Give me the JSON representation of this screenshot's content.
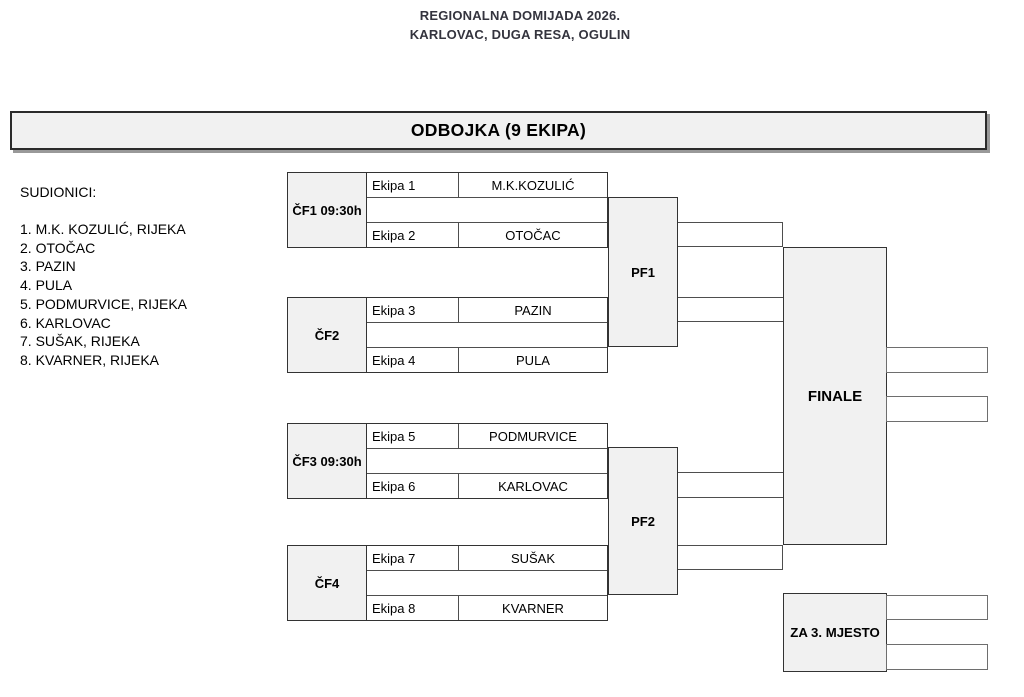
{
  "header": {
    "line1": "REGIONALNA DOMIJADA 2026.",
    "line2": "KARLOVAC, DUGA RESA, OGULIN"
  },
  "title": "ODBOJKA (9 EKIPA)",
  "participants": {
    "heading": "SUDIONICI:",
    "items": [
      "1. M.K. KOZULIĆ, RIJEKA",
      "2. OTOČAC",
      "3. PAZIN",
      "4. PULA",
      "5. PODMURVICE, RIJEKA",
      "6. KARLOVAC",
      "7. SUŠAK, RIJEKA",
      "8. KVARNER, RIJEKA"
    ]
  },
  "bracket": {
    "quarterfinals": [
      {
        "label": "ČF1 09:30h",
        "rows": [
          {
            "slot": "Ekipa 1",
            "team": "M.K.KOZULIĆ"
          },
          {
            "slot": "Ekipa 2",
            "team": "OTOČAC"
          }
        ]
      },
      {
        "label": "ČF2",
        "rows": [
          {
            "slot": "Ekipa 3",
            "team": "PAZIN"
          },
          {
            "slot": "Ekipa 4",
            "team": "PULA"
          }
        ]
      },
      {
        "label": "ČF3 09:30h",
        "rows": [
          {
            "slot": "Ekipa 5",
            "team": "PODMURVICE"
          },
          {
            "slot": "Ekipa 6",
            "team": "KARLOVAC"
          }
        ]
      },
      {
        "label": "ČF4",
        "rows": [
          {
            "slot": "Ekipa 7",
            "team": "SUŠAK"
          },
          {
            "slot": "Ekipa 8",
            "team": "KVARNER"
          }
        ]
      }
    ],
    "semifinals": [
      {
        "label": "PF1"
      },
      {
        "label": "PF2"
      }
    ],
    "final": {
      "label": "FINALE"
    },
    "third_place": {
      "label": "ZA 3. MJESTO"
    }
  },
  "colors": {
    "box_fill": "#f1f1f1",
    "line_dark": "#333333",
    "line_mid": "#4e4e4e",
    "slot_border": "#6e6e6e",
    "title_shadow": "#999999",
    "header_text": "#34343e"
  }
}
